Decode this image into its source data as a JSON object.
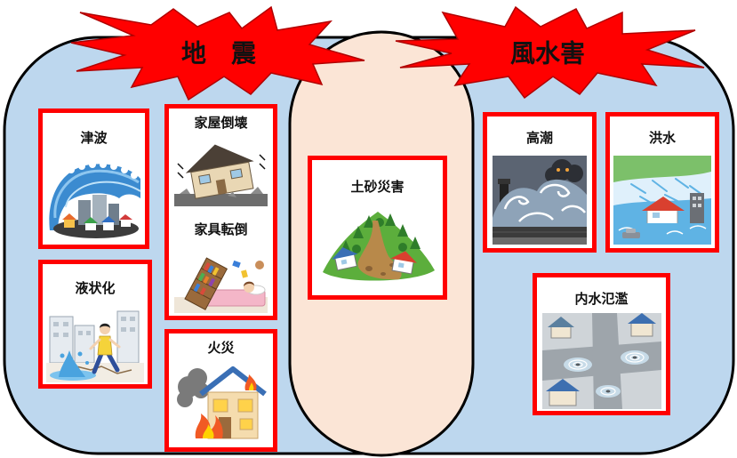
{
  "colors": {
    "outer_fill": "#BDD7EE",
    "center_fill": "#FBE5D6",
    "burst_fill": "#FF0000",
    "card_border": "#FF0000",
    "outline": "#000000"
  },
  "bursts": {
    "earthquake": {
      "label": "地　震"
    },
    "wind_flood": {
      "label": "風水害"
    }
  },
  "earthquake": {
    "tsunami": {
      "label": "津波",
      "icon": "tsunami-illustration"
    },
    "liquefaction": {
      "label": "液状化",
      "icon": "liquefaction-illustration"
    },
    "house_collapse": {
      "label": "家屋倒壊",
      "icon": "house-collapse-illustration"
    },
    "furniture_fall": {
      "label": "家具転倒",
      "icon": "furniture-fall-illustration"
    },
    "fire": {
      "label": "火災",
      "icon": "fire-illustration"
    }
  },
  "shared": {
    "landslide": {
      "label": "土砂災害",
      "icon": "landslide-illustration"
    }
  },
  "wind_flood": {
    "storm_surge": {
      "label": "高潮",
      "icon": "storm-surge-illustration"
    },
    "flood": {
      "label": "洪水",
      "icon": "flood-illustration"
    },
    "inland_flood": {
      "label": "内水氾濫",
      "icon": "inland-flood-illustration"
    }
  }
}
